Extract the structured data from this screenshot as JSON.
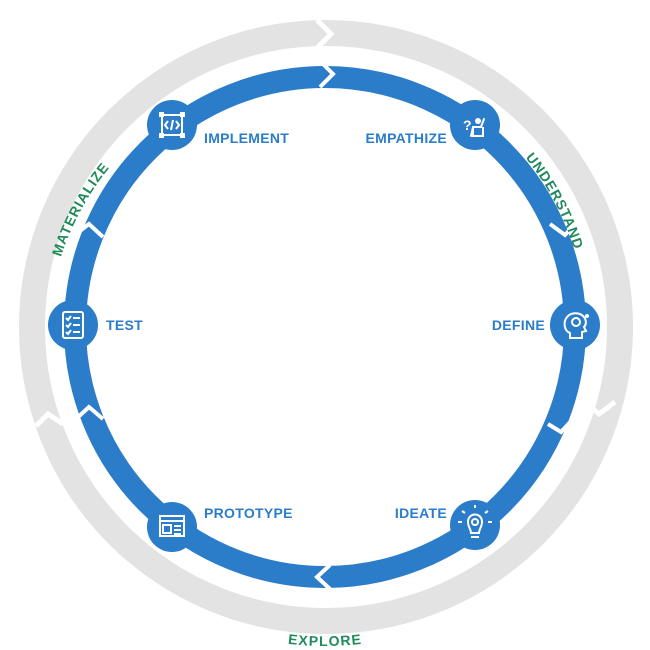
{
  "colors": {
    "outer_ring": "#e3e3e3",
    "inner_ring": "#2b7cc9",
    "stage_text": "#2b7cc9",
    "phase_text": "#1f8a5a",
    "icon_fill": "#ffffff"
  },
  "phases": {
    "understand": "UNDERSTAND",
    "explore": "EXPLORE",
    "materialize": "MATERIALIZE"
  },
  "stages": {
    "empathize": {
      "label": "EMPATHIZE",
      "icon": "person-question-icon"
    },
    "define": {
      "label": "DEFINE",
      "icon": "head-gear-icon"
    },
    "ideate": {
      "label": "IDEATE",
      "icon": "lightbulb-gear-icon"
    },
    "prototype": {
      "label": "PROTOTYPE",
      "icon": "wireframe-icon"
    },
    "test": {
      "label": "TEST",
      "icon": "checklist-icon"
    },
    "implement": {
      "label": "IMPLEMENT",
      "icon": "code-frame-icon"
    }
  }
}
